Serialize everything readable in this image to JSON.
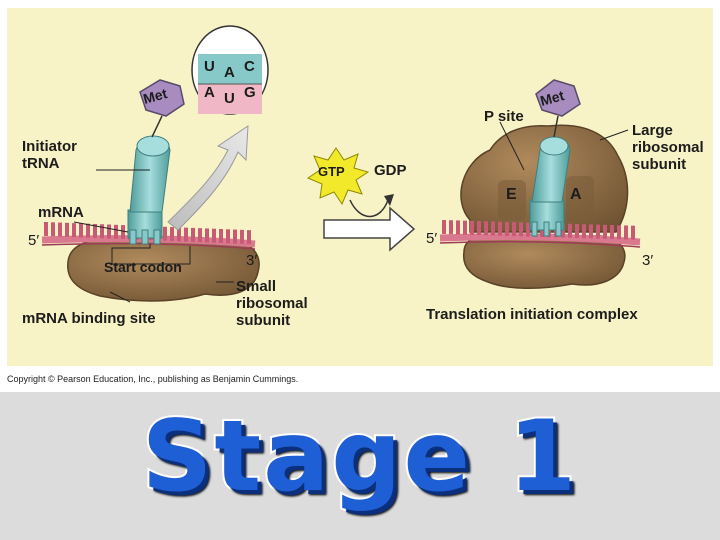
{
  "diagram": {
    "labels": {
      "initiator_trna": "Initiator tRNA",
      "mrna": "mRNA",
      "five_prime_left": "5′",
      "three_prime_left": "3′",
      "start_codon": "Start codon",
      "mrna_binding_site": "mRNA binding site",
      "small_subunit": "Small ribosomal subunit",
      "met_left": "Met",
      "met_right": "Met",
      "gtp": "GTP",
      "gdp": "GDP",
      "p_site": "P site",
      "e_site": "E",
      "a_site": "A",
      "large_subunit": "Large ribosomal subunit",
      "five_prime_right": "5′",
      "three_prime_right": "3′",
      "complex_caption": "Translation initiation complex"
    },
    "anticodon": [
      "U",
      "A",
      "C"
    ],
    "codon": [
      "A",
      "U",
      "G"
    ],
    "colors": {
      "panel": "#f7f3c6",
      "ribosome": "#8b6a45",
      "trna": "#86c9c8",
      "mrna": "#d9788f",
      "met": "#a88cc0",
      "gtp_star": "#f2e92a"
    }
  },
  "copyright": "Copyright © Pearson Education, Inc., publishing as Benjamin Cummings.",
  "title": "Stage 1"
}
